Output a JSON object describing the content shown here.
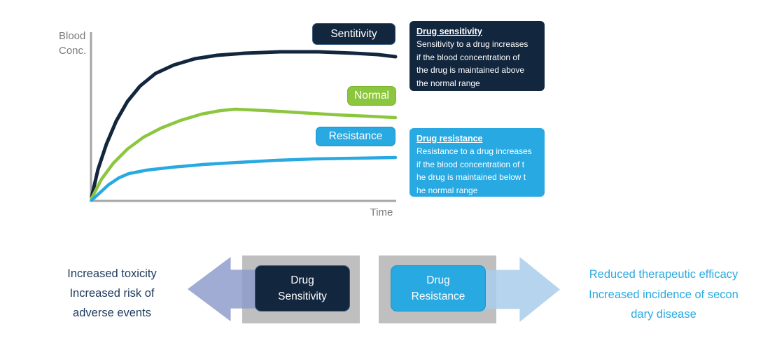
{
  "colors": {
    "navy": "#12263e",
    "green": "#8cc63e",
    "blue": "#29a9e1",
    "axis_gray": "#a6a6a6",
    "axis_label_gray": "#7a7a7a",
    "plate_gray": "#bfbfbf",
    "left_arrow_lavender": "#a9b5d9",
    "right_arrow_light_blue": "#c3ddf2",
    "left_text_navy": "#1e3a5c"
  },
  "chart": {
    "y_axis_label": "Blood\nConc.",
    "x_axis_label": "Time",
    "curve_labels": {
      "sensitivity": "Sentitivity",
      "normal": "Normal",
      "resistance": "Resistance"
    },
    "curves": [
      {
        "name": "sensitivity-curve",
        "color": "#12263e",
        "width": 5,
        "points": [
          [
            131,
            281
          ],
          [
            140,
            242
          ],
          [
            152,
            206
          ],
          [
            166,
            173
          ],
          [
            182,
            145
          ],
          [
            200,
            123
          ],
          [
            222,
            105
          ],
          [
            248,
            93
          ],
          [
            278,
            84
          ],
          [
            310,
            79
          ],
          [
            350,
            76
          ],
          [
            400,
            74
          ],
          [
            455,
            74
          ],
          [
            505,
            76
          ],
          [
            540,
            78
          ],
          [
            565,
            81
          ]
        ]
      },
      {
        "name": "normal-curve",
        "color": "#8cc63e",
        "width": 4.5,
        "points": [
          [
            131,
            283
          ],
          [
            145,
            256
          ],
          [
            162,
            233
          ],
          [
            182,
            213
          ],
          [
            205,
            196
          ],
          [
            230,
            183
          ],
          [
            258,
            172
          ],
          [
            288,
            163
          ],
          [
            315,
            158
          ],
          [
            336,
            156
          ],
          [
            380,
            158
          ],
          [
            430,
            161
          ],
          [
            480,
            164
          ],
          [
            525,
            166
          ],
          [
            565,
            168
          ]
        ]
      },
      {
        "name": "resistance-curve",
        "color": "#29a9e1",
        "width": 4.5,
        "points": [
          [
            131,
            286
          ],
          [
            142,
            276
          ],
          [
            155,
            264
          ],
          [
            170,
            254
          ],
          [
            184,
            248
          ],
          [
            210,
            243
          ],
          [
            245,
            239
          ],
          [
            290,
            235
          ],
          [
            340,
            232
          ],
          [
            395,
            229
          ],
          [
            450,
            227
          ],
          [
            510,
            226
          ],
          [
            565,
            225
          ]
        ]
      }
    ]
  },
  "info_boxes": {
    "sensitivity": {
      "title": "Drug sensitivity",
      "body": "Sensitivity to a drug increases\nif the blood concentration of\nthe drug is maintained above\nthe normal range"
    },
    "resistance": {
      "title": "Drug resistance",
      "body": "Resistance to a drug increases\nif the blood concentration of t\nhe drug is maintained below t\nhe normal range"
    }
  },
  "bottom": {
    "left_text": "Increased toxicity\nIncreased risk of\nadverse events",
    "sensitivity_label": "Drug\nSensitivity",
    "resistance_label": "Drug\nResistance",
    "right_text": "Reduced therapeutic efficacy\nIncreased incidence of secon\ndary disease"
  }
}
